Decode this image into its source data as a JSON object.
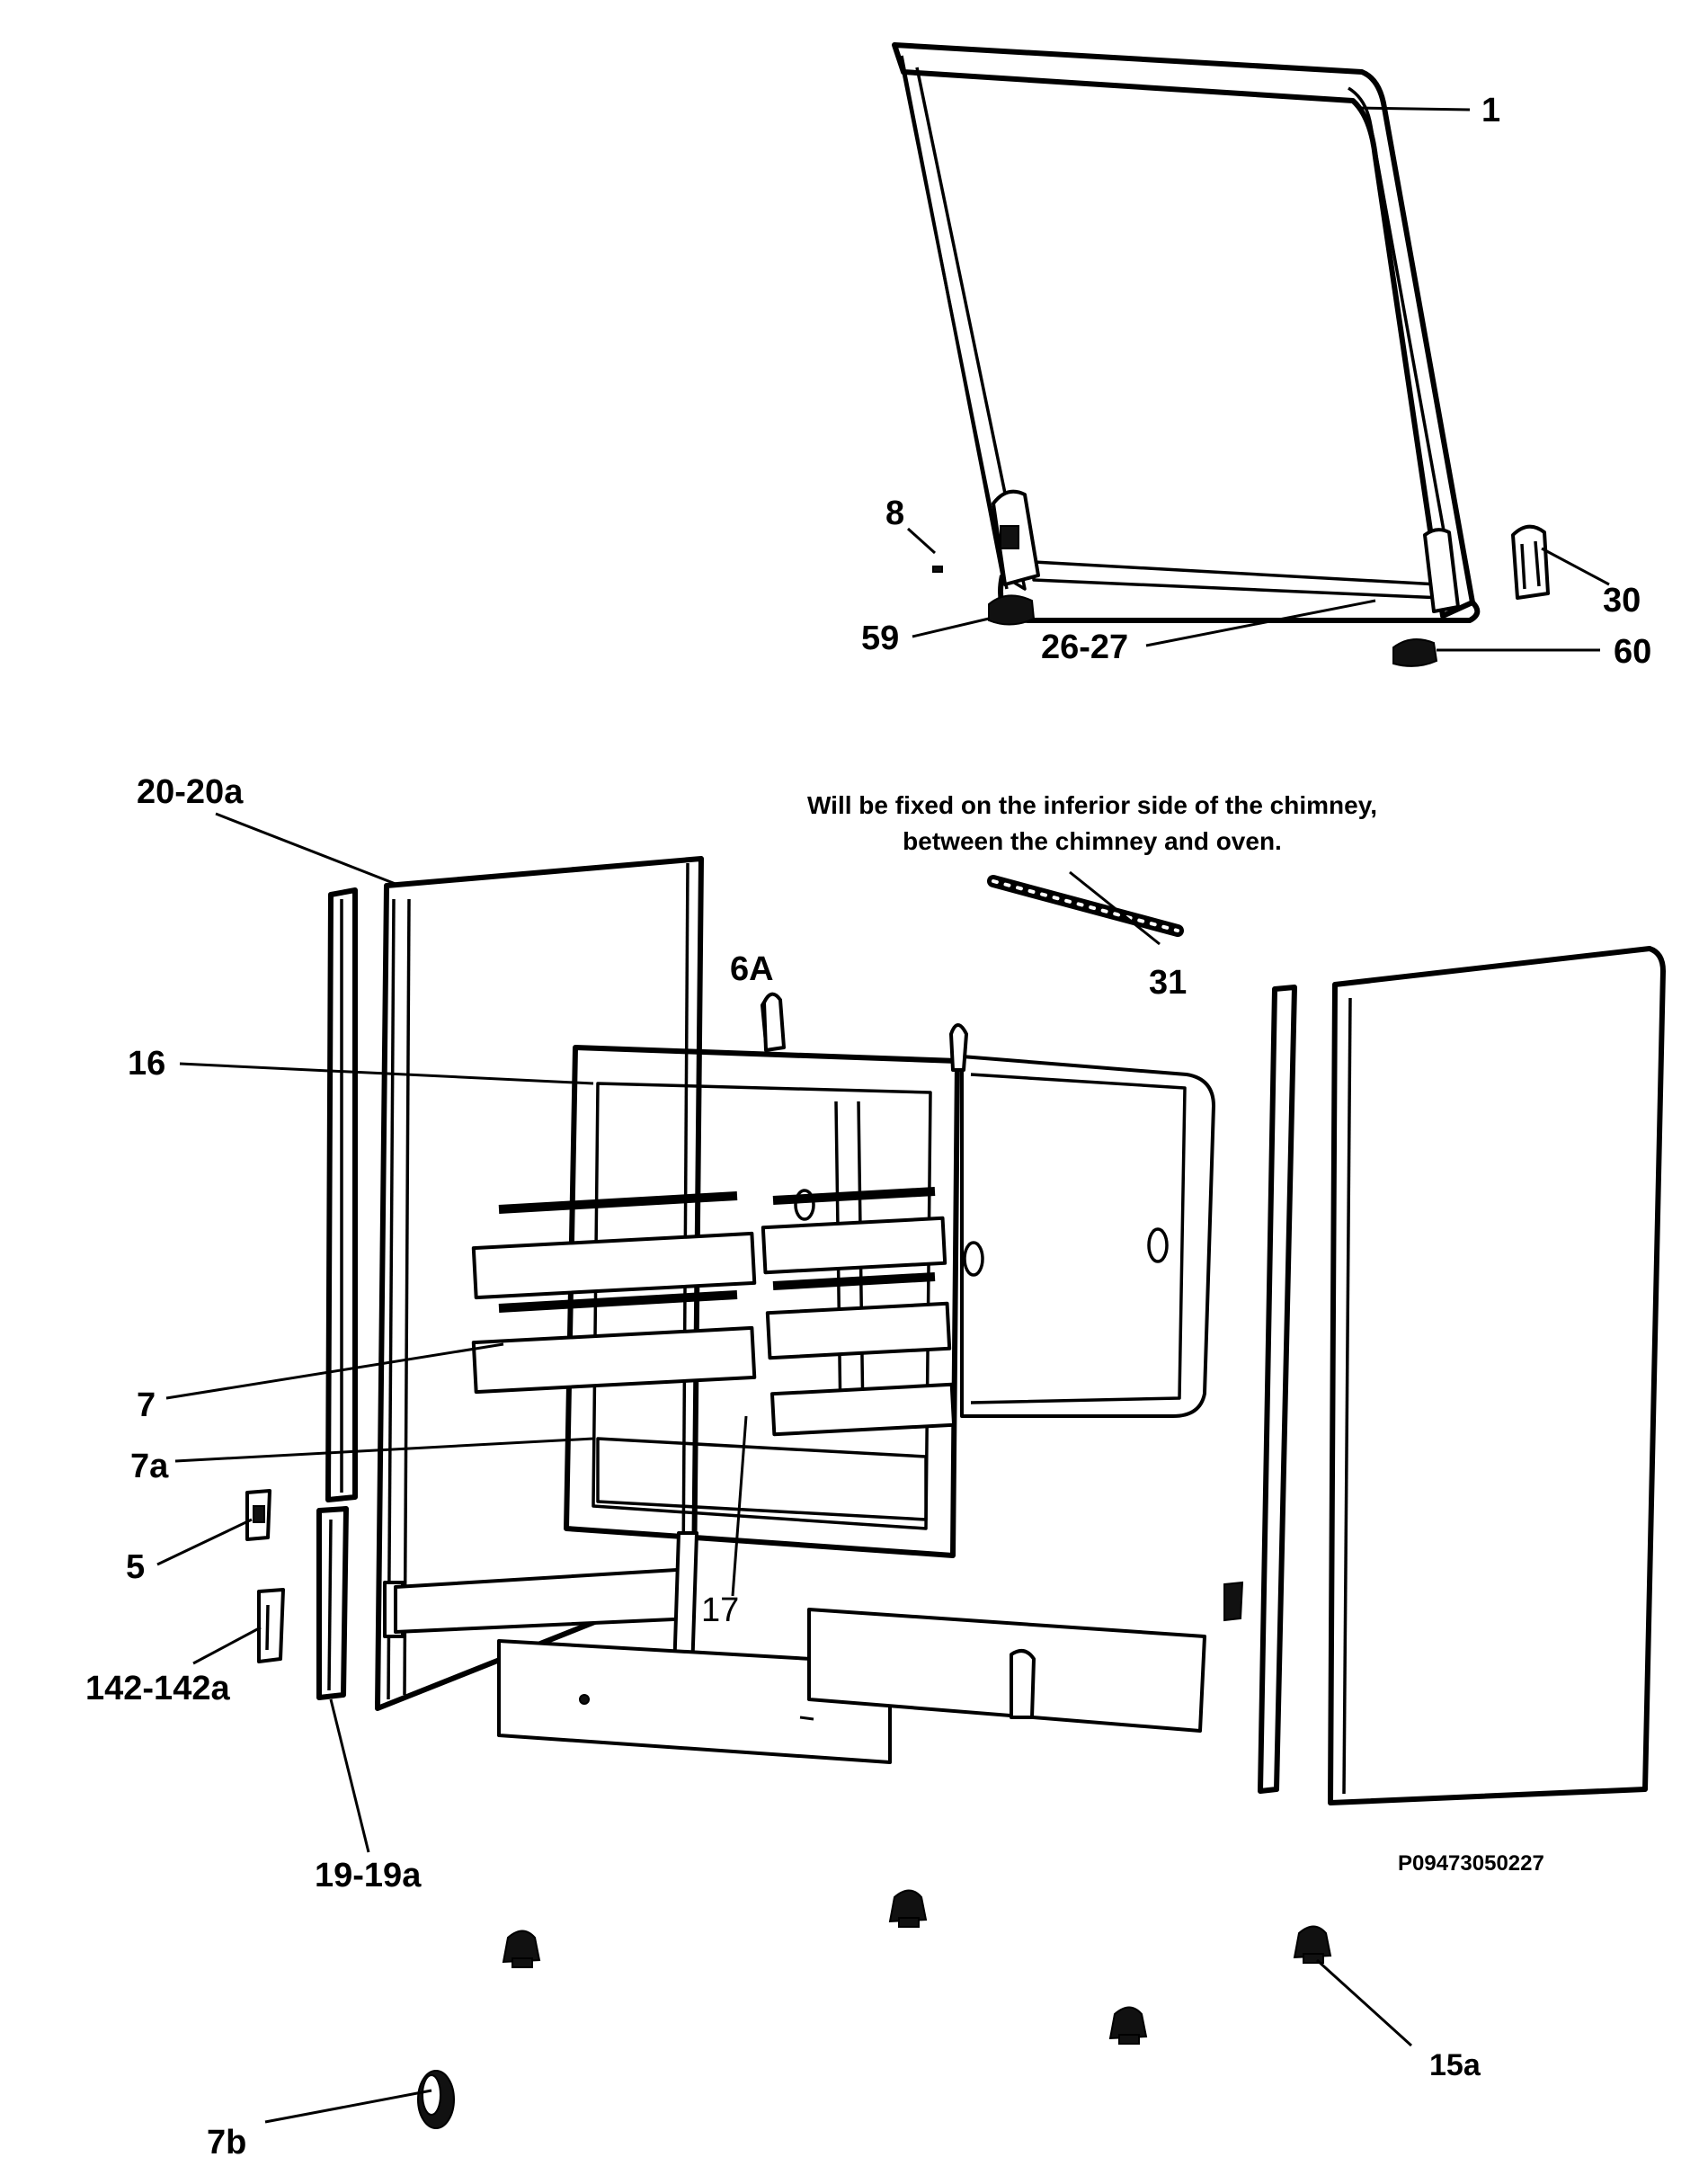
{
  "labels": {
    "p1": "1",
    "p8": "8",
    "p30": "30",
    "p59": "59",
    "p26_27": "26-27",
    "p60": "60",
    "p20_20a": "20-20a",
    "p6a": "6A",
    "p31": "31",
    "p16": "16",
    "p7": "7",
    "p7a": "7a",
    "p5": "5",
    "p142_142a": "142-142a",
    "p17": "17",
    "p19_19a": "19-19a",
    "p15a": "15a",
    "p7b": "7b"
  },
  "note": {
    "line1": "Will be fixed on the inferior side of the chimney,",
    "line2": "between the chimney and oven."
  },
  "drawing_code": "P09473050227"
}
